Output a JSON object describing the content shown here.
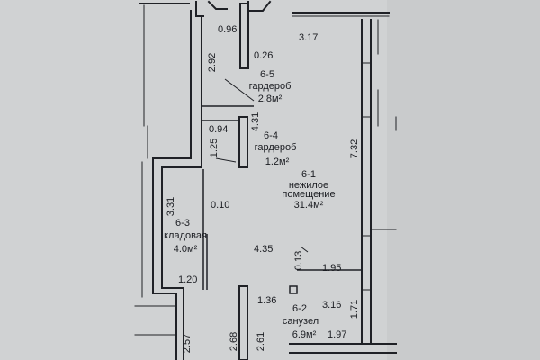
{
  "rooms": [
    {
      "id": "6-5",
      "name": "гардероб",
      "area": "2.8м²"
    },
    {
      "id": "6-4",
      "name": "гардероб",
      "area": "1.2м²"
    },
    {
      "id": "6-1",
      "name_line1": "нежилое",
      "name_line2": "помещение",
      "area": "31.4м²"
    },
    {
      "id": "6-3",
      "name": "кладовая",
      "area": "4.0м²"
    },
    {
      "id": "6-2",
      "name": "санузел",
      "area": "6.9м²"
    }
  ],
  "dimensions": [
    {
      "id": "d-096",
      "text": "0.96"
    },
    {
      "id": "d-026",
      "text": "0.26"
    },
    {
      "id": "d-317",
      "text": "3.17"
    },
    {
      "id": "d-292",
      "text": "2.92"
    },
    {
      "id": "d-431",
      "text": "4.31"
    },
    {
      "id": "d-094",
      "text": "0.94"
    },
    {
      "id": "d-125",
      "text": "1.25"
    },
    {
      "id": "d-732",
      "text": "7.32"
    },
    {
      "id": "d-331",
      "text": "3.31"
    },
    {
      "id": "d-010",
      "text": "0.10"
    },
    {
      "id": "d-435",
      "text": "4.35"
    },
    {
      "id": "d-013",
      "text": "0.13"
    },
    {
      "id": "d-195",
      "text": "1.95"
    },
    {
      "id": "d-120",
      "text": "1.20"
    },
    {
      "id": "d-136",
      "text": "1.36"
    },
    {
      "id": "d-316",
      "text": "3.16"
    },
    {
      "id": "d-171",
      "text": "1.71"
    },
    {
      "id": "d-257",
      "text": "2.57"
    },
    {
      "id": "d-268",
      "text": "2.68"
    },
    {
      "id": "d-261",
      "text": "2.61"
    },
    {
      "id": "d-197",
      "text": "1.97"
    }
  ]
}
